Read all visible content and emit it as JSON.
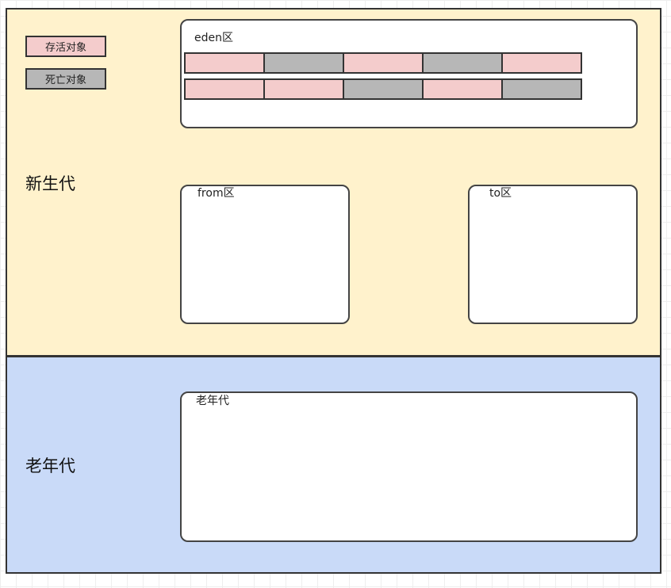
{
  "legend": {
    "alive_label": "存活对象",
    "dead_label": "死亡对象",
    "alive_color": "#f4cccc",
    "dead_color": "#b7b7b7"
  },
  "young_generation": {
    "label": "新生代",
    "color": "#fff2cc",
    "eden": {
      "label": "eden区",
      "rows": [
        [
          "alive",
          "dead",
          "alive",
          "dead",
          "alive"
        ],
        [
          "alive",
          "alive",
          "dead",
          "alive",
          "dead"
        ]
      ]
    },
    "from": {
      "label": "from区"
    },
    "to": {
      "label": "to区"
    }
  },
  "old_generation": {
    "label": "老年代",
    "color": "#c9daf8",
    "region": {
      "label": "老年代"
    }
  }
}
